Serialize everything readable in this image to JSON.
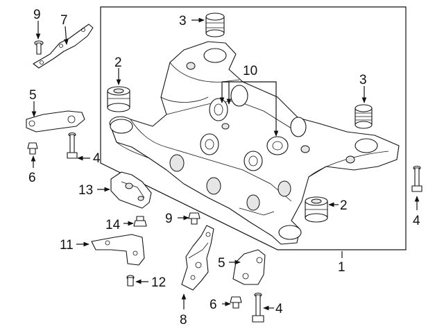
{
  "diagram": {
    "callouts": {
      "c1": "1",
      "c2a": "2",
      "c2b": "2",
      "c3a": "3",
      "c3b": "3",
      "c4a": "4",
      "c4b": "4",
      "c4c": "4",
      "c5a": "5",
      "c5b": "5",
      "c6a": "6",
      "c6b": "6",
      "c7": "7",
      "c8": "8",
      "c9a": "9",
      "c9b": "9",
      "c10": "10",
      "c11": "11",
      "c12": "12",
      "c13": "13",
      "c14": "14"
    }
  }
}
